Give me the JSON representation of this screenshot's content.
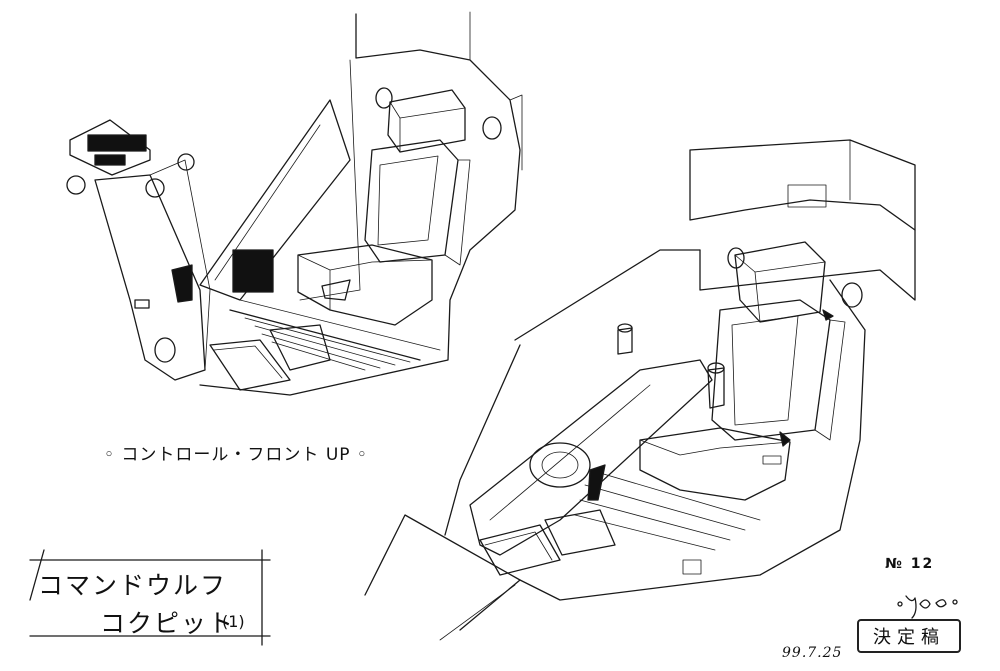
{
  "caption": "◦ コントロール・フロント UP ◦",
  "title_block": {
    "line1": "コマンドウルフ",
    "line2": "コクピット",
    "number": "(1)"
  },
  "sheet_id": "№ 12",
  "signature": "Yu",
  "stamp": "決定稿",
  "date": "99.7.25",
  "colors": {
    "line": "#1a1a1a",
    "paper": "#ffffff"
  },
  "subjects": [
    "control-front-closeup",
    "cockpit-overview"
  ]
}
